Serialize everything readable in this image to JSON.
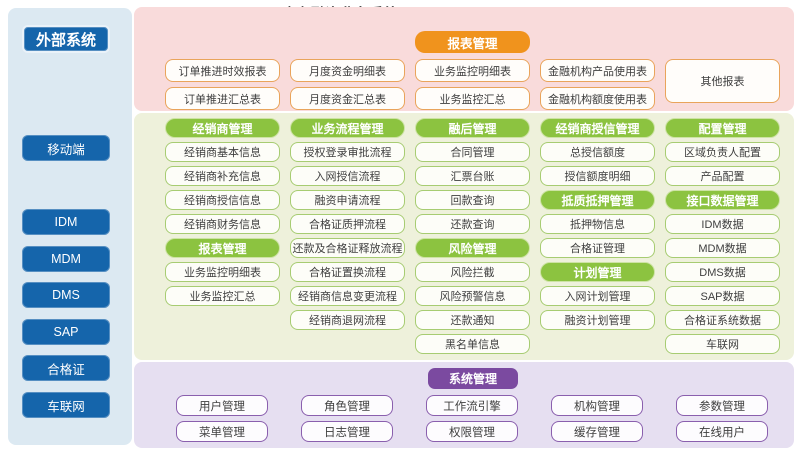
{
  "title": "库存融资业务系统",
  "colors": {
    "sidebar_bg": "#dce9f2",
    "sidebar_button": "#1565ab",
    "report_bg": "#f9dbdb",
    "report_header": "#f0931d",
    "report_border": "#e9a45b",
    "modules_bg": "#eef1db",
    "modules_header": "#8cc340",
    "modules_border": "#a7cc72",
    "system_bg": "#e6dff1",
    "system_header": "#7b4aa0",
    "system_border": "#8a5fae"
  },
  "sidebar": {
    "header": "外部系统",
    "items": [
      {
        "label": "移动端"
      },
      {
        "label": "IDM"
      },
      {
        "label": "MDM"
      },
      {
        "label": "DMS"
      },
      {
        "label": "SAP"
      },
      {
        "label": "合格证"
      },
      {
        "label": "车联网"
      }
    ]
  },
  "report_section": {
    "header": "报表管理",
    "row1": [
      "订单推进时效报表",
      "月度资金明细表",
      "业务监控明细表",
      "金融机构产品使用表"
    ],
    "row2": [
      "订单推进汇总表",
      "月度资金汇总表",
      "业务监控汇总",
      "金融机构额度使用表"
    ],
    "other": "其他报表"
  },
  "modules": {
    "columns": [
      {
        "rows": [
          {
            "type": "header",
            "label": "经销商管理"
          },
          {
            "type": "item",
            "label": "经销商基本信息"
          },
          {
            "type": "item",
            "label": "经销商补充信息"
          },
          {
            "type": "item",
            "label": "经销商授信信息"
          },
          {
            "type": "item",
            "label": "经销商财务信息"
          },
          {
            "type": "header",
            "label": "报表管理"
          },
          {
            "type": "item",
            "label": "业务监控明细表"
          },
          {
            "type": "item",
            "label": "业务监控汇总"
          }
        ]
      },
      {
        "rows": [
          {
            "type": "header",
            "label": "业务流程管理"
          },
          {
            "type": "item",
            "label": "授权登录审批流程"
          },
          {
            "type": "item",
            "label": "入网授信流程"
          },
          {
            "type": "item",
            "label": "融资申请流程"
          },
          {
            "type": "item",
            "label": "合格证质押流程"
          },
          {
            "type": "item",
            "label": "还款及合格证释放流程"
          },
          {
            "type": "item",
            "label": "合格证置换流程"
          },
          {
            "type": "item",
            "label": "经销商信息变更流程"
          },
          {
            "type": "item",
            "label": "经销商退网流程"
          }
        ]
      },
      {
        "rows": [
          {
            "type": "header",
            "label": "融后管理"
          },
          {
            "type": "item",
            "label": "合同管理"
          },
          {
            "type": "item",
            "label": "汇票台账"
          },
          {
            "type": "item",
            "label": "回款查询"
          },
          {
            "type": "item",
            "label": "还款查询"
          },
          {
            "type": "header",
            "label": "风险管理"
          },
          {
            "type": "item",
            "label": "风险拦截"
          },
          {
            "type": "item",
            "label": "风险预警信息"
          },
          {
            "type": "item",
            "label": "还款通知"
          },
          {
            "type": "item",
            "label": "黑名单信息"
          }
        ]
      },
      {
        "rows": [
          {
            "type": "header",
            "label": "经销商授信管理"
          },
          {
            "type": "item",
            "label": "总授信额度"
          },
          {
            "type": "item",
            "label": "授信额度明细"
          },
          {
            "type": "header",
            "label": "抵质抵押管理"
          },
          {
            "type": "item",
            "label": "抵押物信息"
          },
          {
            "type": "item",
            "label": "合格证管理"
          },
          {
            "type": "header",
            "label": "计划管理"
          },
          {
            "type": "item",
            "label": "入网计划管理"
          },
          {
            "type": "item",
            "label": "融资计划管理"
          }
        ]
      },
      {
        "rows": [
          {
            "type": "header",
            "label": "配置管理"
          },
          {
            "type": "item",
            "label": "区域负责人配置"
          },
          {
            "type": "item",
            "label": "产品配置"
          },
          {
            "type": "header",
            "label": "接口数据管理"
          },
          {
            "type": "item",
            "label": "IDM数据"
          },
          {
            "type": "item",
            "label": "MDM数据"
          },
          {
            "type": "item",
            "label": "DMS数据"
          },
          {
            "type": "item",
            "label": "SAP数据"
          },
          {
            "type": "item",
            "label": "合格证系统数据"
          },
          {
            "type": "item",
            "label": "车联网"
          }
        ]
      }
    ]
  },
  "system_section": {
    "header": "系统管理",
    "row1": [
      "用户管理",
      "角色管理",
      "工作流引擎",
      "机构管理",
      "参数管理"
    ],
    "row2": [
      "菜单管理",
      "日志管理",
      "权限管理",
      "缓存管理",
      "在线用户"
    ]
  }
}
